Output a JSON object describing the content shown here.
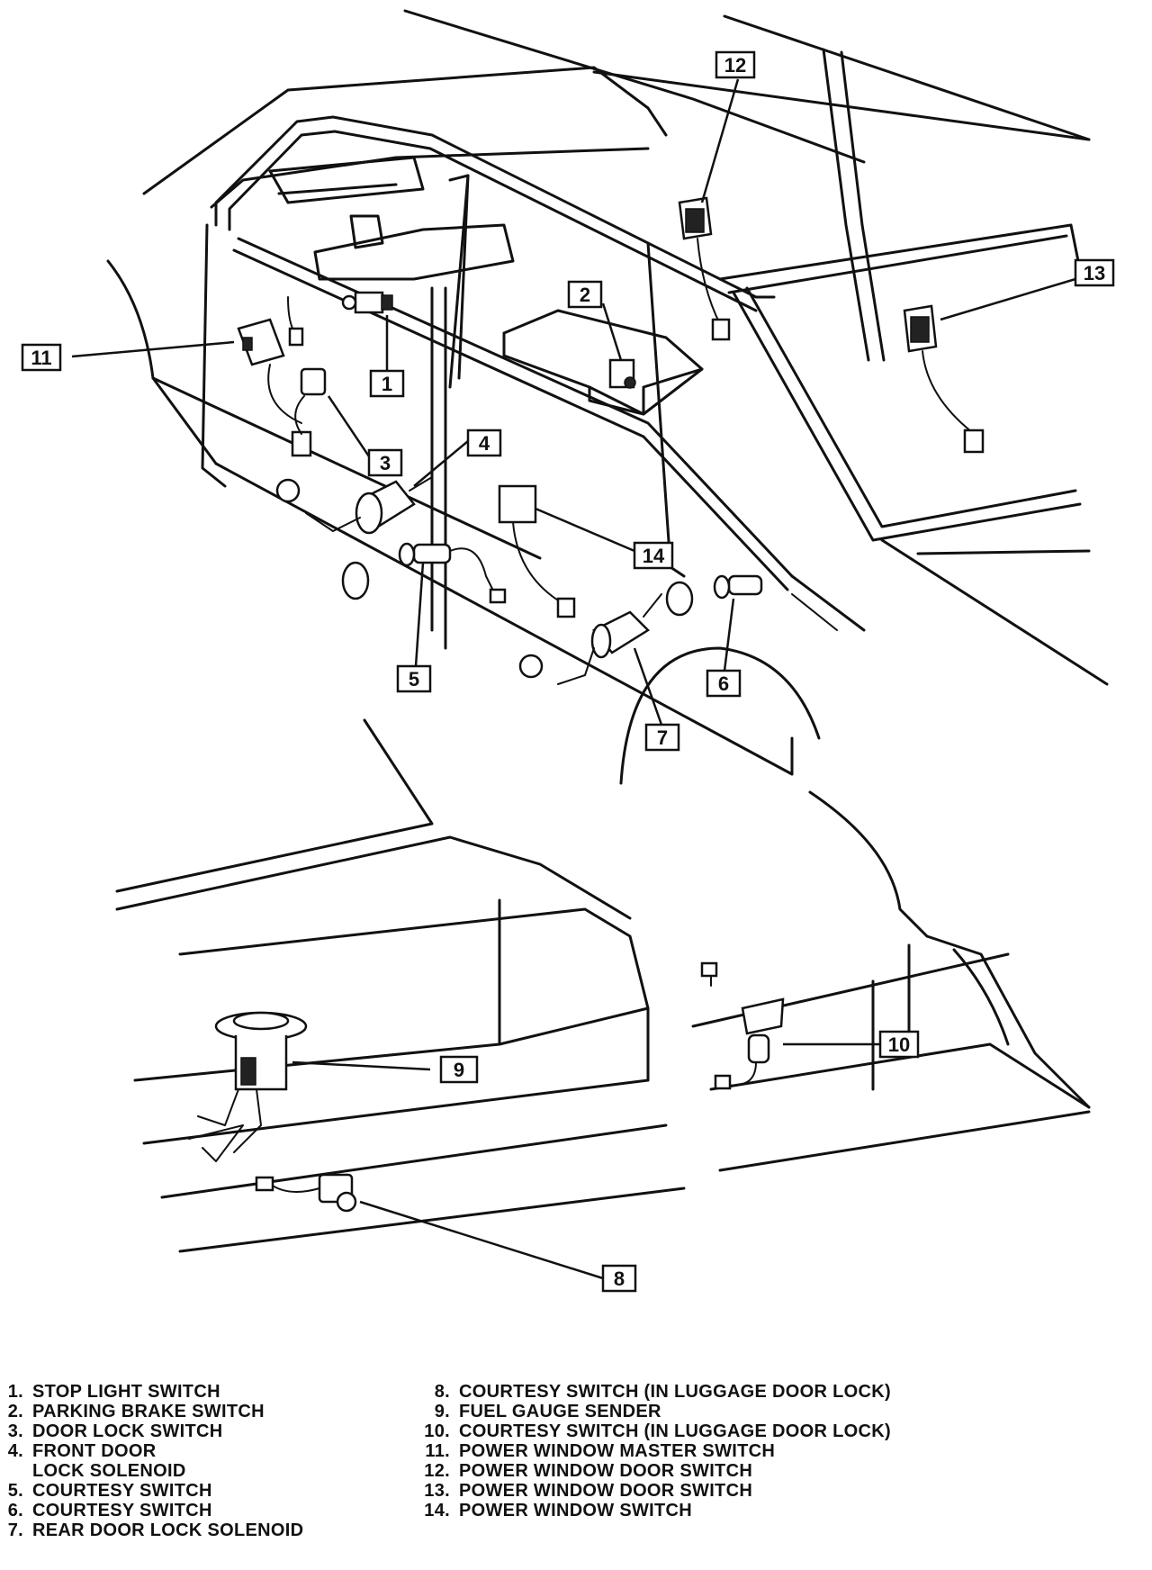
{
  "callouts": [
    {
      "num": "1"
    },
    {
      "num": "2"
    },
    {
      "num": "3"
    },
    {
      "num": "4"
    },
    {
      "num": "5"
    },
    {
      "num": "6"
    },
    {
      "num": "7"
    },
    {
      "num": "8"
    },
    {
      "num": "9"
    },
    {
      "num": "10"
    },
    {
      "num": "11"
    },
    {
      "num": "12"
    },
    {
      "num": "13"
    },
    {
      "num": "14"
    }
  ],
  "legend": {
    "left": [
      {
        "num": "1.",
        "label": "STOP LIGHT SWITCH"
      },
      {
        "num": "2.",
        "label": "PARKING BRAKE SWITCH"
      },
      {
        "num": "3.",
        "label": "DOOR LOCK SWITCH"
      },
      {
        "num": "4.",
        "label": "FRONT DOOR",
        "cont": "LOCK SOLENOID"
      },
      {
        "num": "5.",
        "label": "COURTESY SWITCH"
      },
      {
        "num": "6.",
        "label": "COURTESY SWITCH"
      },
      {
        "num": "7.",
        "label": "REAR DOOR LOCK SOLENOID"
      }
    ],
    "right": [
      {
        "num": "8.",
        "label": "COURTESY SWITCH (IN LUGGAGE DOOR LOCK)"
      },
      {
        "num": "9.",
        "label": "FUEL GAUGE SENDER"
      },
      {
        "num": "10.",
        "label": "COURTESY SWITCH (IN LUGGAGE DOOR LOCK)"
      },
      {
        "num": "11.",
        "label": "POWER WINDOW MASTER SWITCH"
      },
      {
        "num": "12.",
        "label": "POWER WINDOW DOOR SWITCH"
      },
      {
        "num": "13.",
        "label": "POWER WINDOW DOOR SWITCH"
      },
      {
        "num": "14.",
        "label": "POWER WINDOW SWITCH"
      }
    ]
  }
}
